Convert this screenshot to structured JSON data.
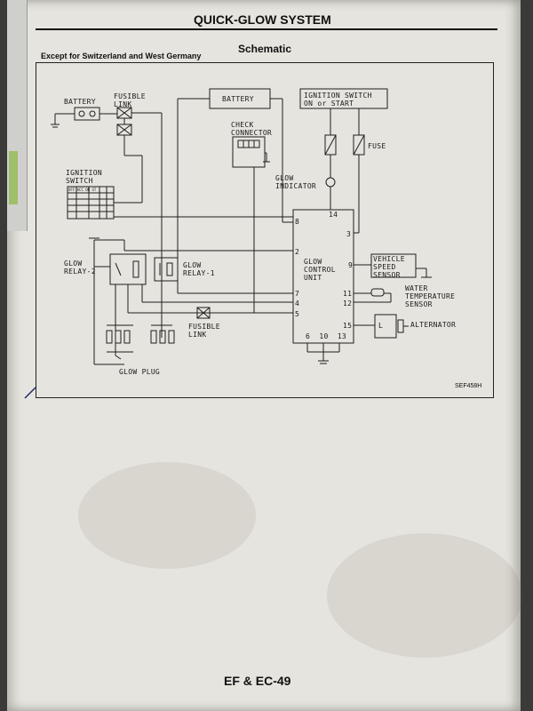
{
  "header": {
    "section_title": "QUICK-GLOW SYSTEM",
    "subtitle": "Schematic",
    "condition": "Except for Switzerland and West Germany"
  },
  "labels": {
    "battery_left": "BATTERY",
    "fusible_link_top": "FUSIBLE\nLINK",
    "battery_top": "BATTERY",
    "ignition_switch_on_start": "IGNITION SWITCH\nON or START",
    "check_connector": "CHECK\nCONNECTOR",
    "fuse": "FUSE",
    "glow_indicator": "GLOW\nINDICATOR",
    "ignition_switch": "IGNITION\nSWITCH",
    "ignition_positions": "OFF ACC ON ST",
    "glow_relay_2": "GLOW\nRELAY-2",
    "glow_relay_1": "GLOW\nRELAY-1",
    "glow_control_unit": "GLOW\nCONTROL\nUNIT",
    "vehicle_speed_sensor": "VEHICLE\nSPEED\nSENSOR",
    "water_temperature_sensor": "WATER\nTEMPERATURE\nSENSOR",
    "alternator": "ALTERNATOR",
    "fusible_link_bottom": "FUSIBLE\nLINK",
    "glow_plug": "GLOW PLUG",
    "alternator_l": "L"
  },
  "pins": {
    "p14": "14",
    "p8": "8",
    "p3": "3",
    "p2": "2",
    "p9": "9",
    "p7": "7",
    "p11": "11",
    "p4": "4",
    "p12": "12",
    "p5": "5",
    "p15": "15",
    "p_ground": "6  10  13"
  },
  "reference_code": "SEF458H",
  "footer": {
    "page_number": "EF & EC-49"
  }
}
